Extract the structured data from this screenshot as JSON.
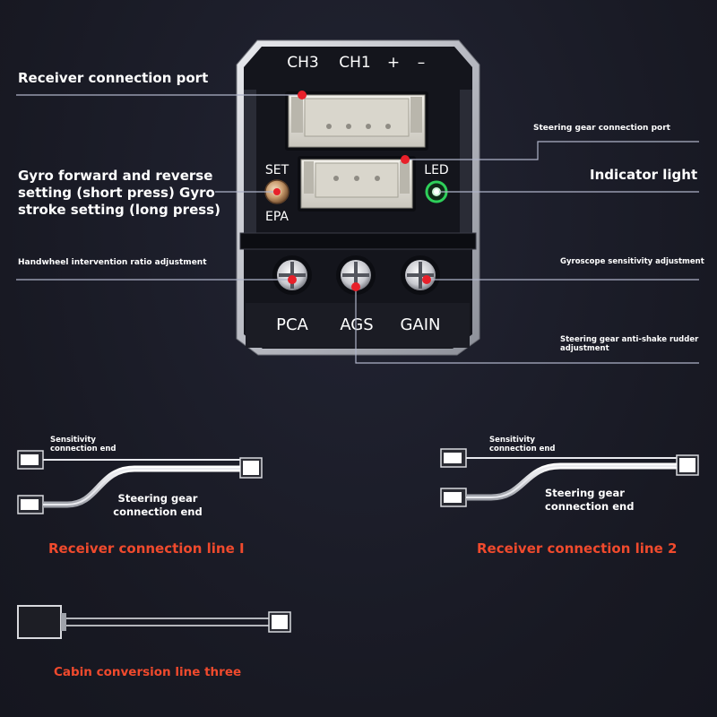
{
  "colors": {
    "background": "#1a1b25",
    "accent_dot": "#e8202a",
    "title_orange": "#f04a2d",
    "led": "#2ecf5a",
    "button": "#c79a6c"
  },
  "module": {
    "top_labels": [
      "CH3",
      "CH1",
      "+",
      "–"
    ],
    "set_label": "SET",
    "epa_label": "EPA",
    "led_label": "LED",
    "knob_labels": [
      "PCA",
      "AGS",
      "GAIN"
    ]
  },
  "callouts": {
    "receiver_port": "Receiver connection port",
    "steering_port": "Steering gear connection port",
    "gyro_setting": "Gyro forward and reverse setting (short press) Gyro stroke setting (long press)",
    "indicator": "Indicator light",
    "handwheel": "Handwheel intervention ratio adjustment",
    "gyro_sensitivity": "Gyroscope sensitivity adjustment",
    "anti_shake": "Steering gear anti-shake rudder adjustment"
  },
  "cables": {
    "line1": {
      "sensitivity": "Sensitivity connection end",
      "steering": "Steering gear connection end",
      "title": "Receiver connection line I"
    },
    "line2": {
      "sensitivity": "Sensitivity connection end",
      "steering": "Steering gear connection end",
      "title": "Receiver connection line 2"
    },
    "line3": {
      "title": "Cabin conversion line three"
    }
  }
}
